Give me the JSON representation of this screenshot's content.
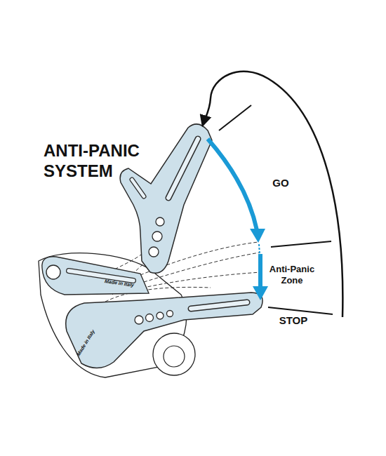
{
  "diagram": {
    "title": "ANTI-PANIC SYSTEM",
    "labels": [
      "GO",
      "Anti-Panic Zone",
      "STOP",
      "Made in Italy",
      "Made in Italy"
    ]
  }
}
